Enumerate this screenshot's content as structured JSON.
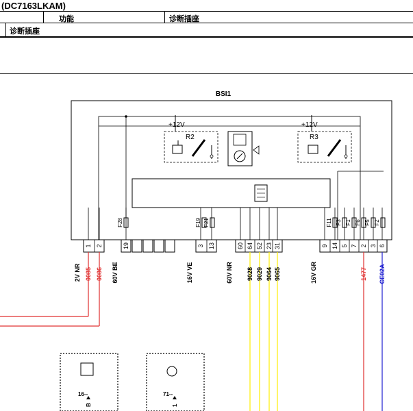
{
  "header": {
    "title": "(DC7163LKAM)",
    "col_function": "功能",
    "col_diag": "诊断插座",
    "row_diag": "诊断插座"
  },
  "diagram": {
    "module_label": "BSI1",
    "relay_left": {
      "supply": "+12V",
      "name": "R2"
    },
    "relay_right": {
      "supply": "+12V",
      "name": "R3"
    },
    "fuses_left": [
      "F28"
    ],
    "fuses_mid": [
      "F19",
      "F21"
    ],
    "fuses_right": [
      "F11",
      "F3",
      "F1",
      "F6",
      "F5",
      "F2"
    ],
    "pins": [
      {
        "id": "pin-1",
        "label": "1"
      },
      {
        "id": "pin-2",
        "label": "2"
      },
      {
        "id": "pin-19",
        "label": "19"
      },
      {
        "id": "pin-3",
        "label": "3"
      },
      {
        "id": "pin-13",
        "label": "13"
      },
      {
        "id": "pin-60",
        "label": "60"
      },
      {
        "id": "pin-64",
        "label": "64"
      },
      {
        "id": "pin-52",
        "label": "52"
      },
      {
        "id": "pin-23",
        "label": "23"
      },
      {
        "id": "pin-31",
        "label": "31"
      },
      {
        "id": "pin-9",
        "label": "9"
      },
      {
        "id": "pin-14",
        "label": "14"
      },
      {
        "id": "pin-5",
        "label": "5"
      },
      {
        "id": "pin-7",
        "label": "7"
      },
      {
        "id": "pin-2b",
        "label": "2"
      },
      {
        "id": "pin-3b",
        "label": "3"
      },
      {
        "id": "pin-6",
        "label": "6"
      }
    ],
    "connectors": [
      "2V NR",
      "60V BE",
      "16V VE",
      "60V NR",
      "16V GR"
    ],
    "wires": [
      {
        "id": "wire-0085",
        "label": "0085",
        "color": "#e03030"
      },
      {
        "id": "wire-0086",
        "label": "0086",
        "color": "#e03030"
      },
      {
        "id": "wire-9028",
        "label": "9028",
        "color": "#000000"
      },
      {
        "id": "wire-9029",
        "label": "9029",
        "color": "#000000"
      },
      {
        "id": "wire-9064",
        "label": "9064",
        "color": "#000000"
      },
      {
        "id": "wire-9065",
        "label": "9065",
        "color": "#000000"
      },
      {
        "id": "wire-1477",
        "label": "1477",
        "color": "#e03030"
      },
      {
        "id": "wire-ce02a",
        "label": "CE02A",
        "color": "#2020d0"
      }
    ],
    "wire_colors": {
      "red": "#e03030",
      "yellow": "#ffee00",
      "blue": "#2020d0"
    },
    "component_left": {
      "number": "16--",
      "pin": "B"
    },
    "component_mid": {
      "number": "71--",
      "pin": "1"
    }
  }
}
